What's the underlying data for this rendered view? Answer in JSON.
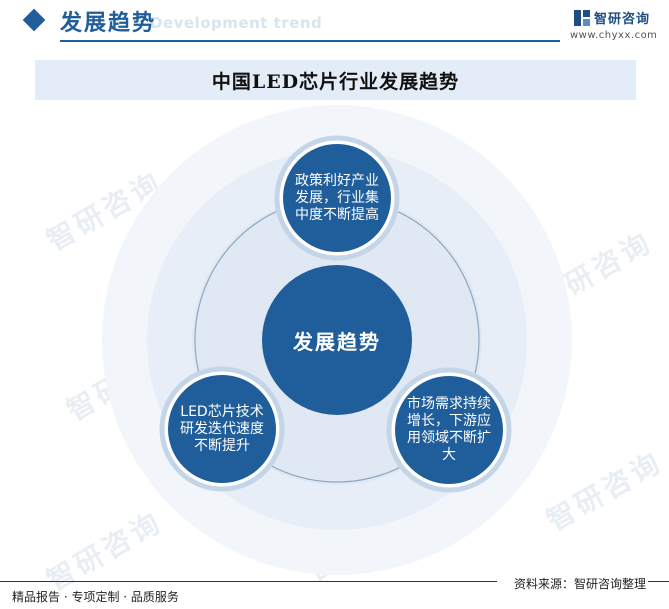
{
  "header": {
    "title": "发展趋势",
    "title_en": "Development trend"
  },
  "brand": {
    "name": "智研咨询",
    "url": "www.chyxx.com",
    "logo_icon": "zhiyan-logo-icon",
    "watermark_text": "智研咨询"
  },
  "diagram": {
    "title": "中国LED芯片行业发展趋势",
    "center": "发展趋势",
    "nodes": [
      "政策利好产业发展，行业集中度不断提高",
      "LED芯片技术研发迭代速度不断提升",
      "市场需求持续增长，下游应用领域不断扩大"
    ]
  },
  "colors": {
    "primary": "#1f5d9b",
    "node_fill": "#1f5d9b",
    "node_ring": "#bcd0e6",
    "halo_outer": "#f1f5fa",
    "halo_inner": "#e6eef7",
    "title_bg": "#e4edf7"
  },
  "footer": {
    "left": "精品报告 · 专项定制 · 品质服务",
    "source": "资料来源：智研咨询整理"
  }
}
